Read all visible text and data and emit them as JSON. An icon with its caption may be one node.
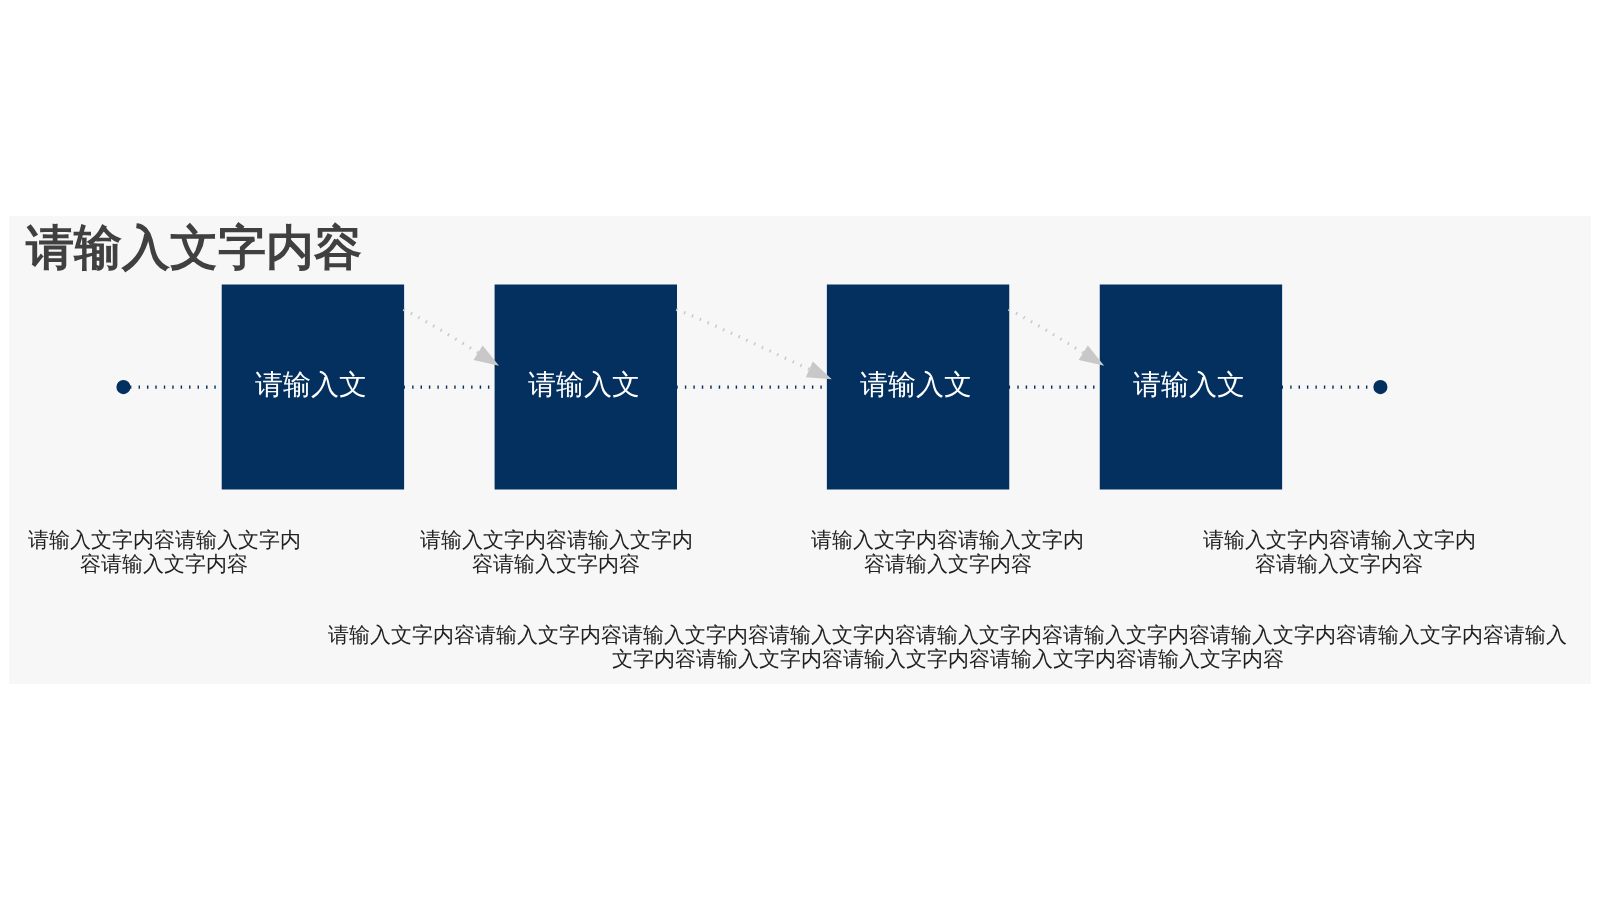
{
  "diagram": {
    "title": "请输入文字内容",
    "nodes": [
      {
        "text": [],
        "shape": "circle"
      },
      {
        "text": [
          "请输入文"
        ],
        "beside": [
          "请输入文字内容请输入文字内容请输入文字内容"
        ]
      },
      {
        "text": [
          "请输入文"
        ],
        "beside": [
          "请输入文字内容请输入文字内容请输入文字内容"
        ]
      },
      {
        "text": [
          "请输入文"
        ],
        "beside": [
          "请输入文字内容请输入文字内容请输入文字内容"
        ]
      },
      {
        "text": [
          "请输入文"
        ],
        "beside": [
          "请输入文字内容请输入文字内容请输入文字内容"
        ]
      },
      {
        "text": [],
        "shape": "circle"
      }
    ],
    "edges": [
      {
        "from": 1,
        "to": 2,
        "arrow": "to",
        "style": "dashed",
        "color": "#c8c8c8"
      },
      {
        "from": 2,
        "to": 3,
        "arrow": "to",
        "style": "dashed",
        "color": "#c8c8c8"
      },
      {
        "from": 3,
        "to": 4,
        "arrow": "to",
        "style": "dashed",
        "color": "#c8c8c8"
      },
      {
        "from": 0,
        "to": 1,
        "arrow": "none",
        "style": "dashed"
      },
      {
        "from": 1,
        "to": 2,
        "arrow": "none",
        "style": "dashed"
      },
      {
        "from": 2,
        "to": 3,
        "arrow": "none",
        "style": "dashed"
      },
      {
        "from": 3,
        "to": 4,
        "arrow": "none",
        "style": "dashed"
      },
      {
        "from": 4,
        "to": 5,
        "arrow": "none",
        "style": "dashed"
      }
    ],
    "labels": [
      "请输入文字内容请输入文字内容请输入文字内容请输入文字内容请输入文字内容请输入文字内容请输入文字内容请输入文字内容请输入文字内容请输入文字内容请输入文字内容请输入文字内容请输入文字内容"
    ]
  }
}
